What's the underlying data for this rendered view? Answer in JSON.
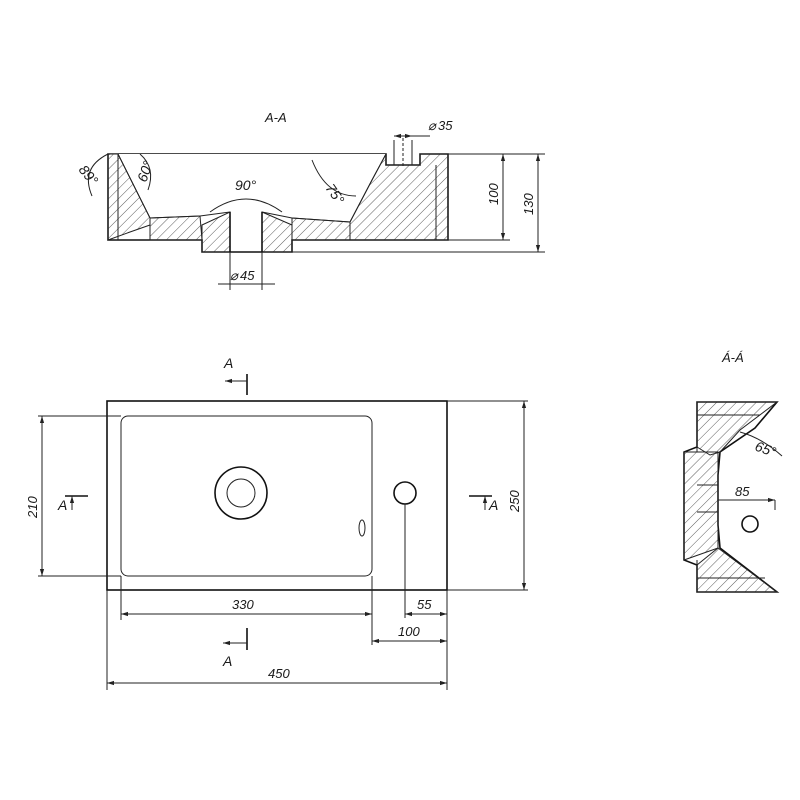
{
  "section_top": {
    "title": "A-A",
    "dims": {
      "drain_dia": "45",
      "tap_dia": "35",
      "height_inner": "100",
      "height_total": "130"
    },
    "angles": {
      "a89": "89°",
      "a60": "60°",
      "a90": "90°",
      "a75": "75°"
    }
  },
  "plan": {
    "dims": {
      "width": "450",
      "depth": "250",
      "bowl_width": "330",
      "bowl_depth": "210",
      "tap_offset_h": "100",
      "tap_offset_v": "55"
    },
    "section_marks": {
      "top": "A",
      "bottom": "A",
      "left": "A",
      "right": "A"
    }
  },
  "section_side": {
    "title": "Á-Á",
    "dims": {
      "depth_to_tap": "85"
    },
    "angles": {
      "a65": "65°"
    }
  },
  "colors": {
    "line": "#222222",
    "background": "#ffffff"
  }
}
